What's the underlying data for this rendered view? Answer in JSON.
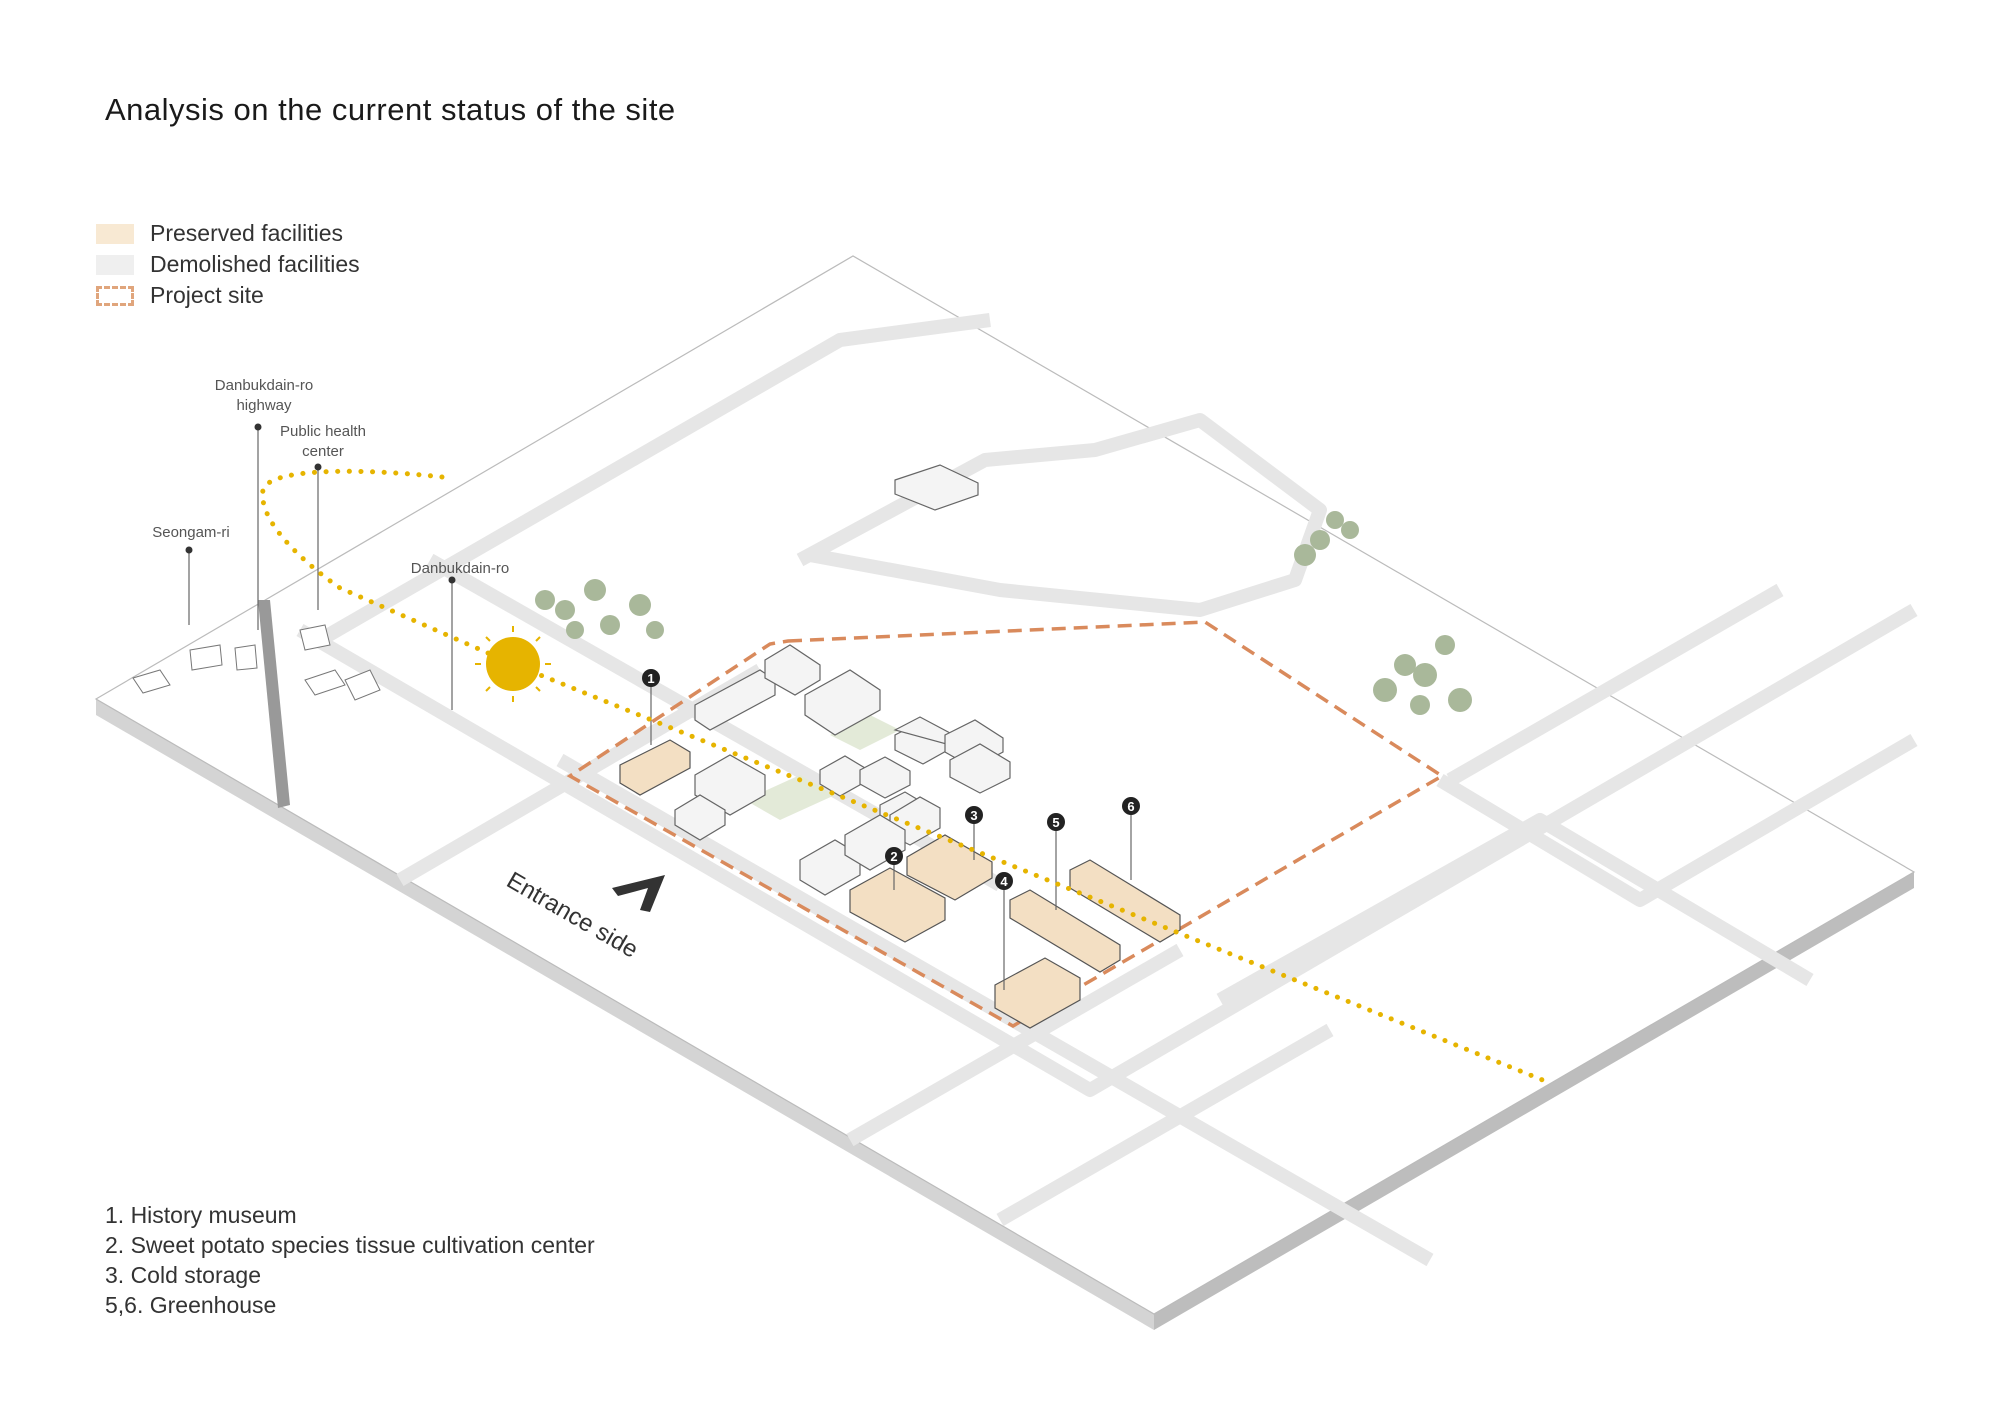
{
  "title": "Analysis on the current status of the site",
  "legend": [
    {
      "label": "Preserved facilities",
      "color": "#f8e9d3"
    },
    {
      "label": "Demolished facilities",
      "color": "#efefef"
    },
    {
      "label": "Project site",
      "color": "#e0a57c"
    }
  ],
  "map_labels": {
    "highway_line1": "Danbukdain-ro",
    "highway_line2": "highway",
    "health_line1": "Public health",
    "health_line2": "center",
    "seongam": "Seongam-ri",
    "danbukdain": "Danbukdain-ro",
    "entrance": "Entrance side"
  },
  "markers": [
    "1",
    "2",
    "3",
    "4",
    "5",
    "6"
  ],
  "notes": [
    "1. History museum",
    "2. Sweet potato species tissue cultivation center",
    "3. Cold storage",
    "5,6. Greenhouse"
  ],
  "colors": {
    "sun": "#e6b400",
    "path": "#e6b400",
    "site": "#d98a5c",
    "tree": "#a9b89a"
  }
}
